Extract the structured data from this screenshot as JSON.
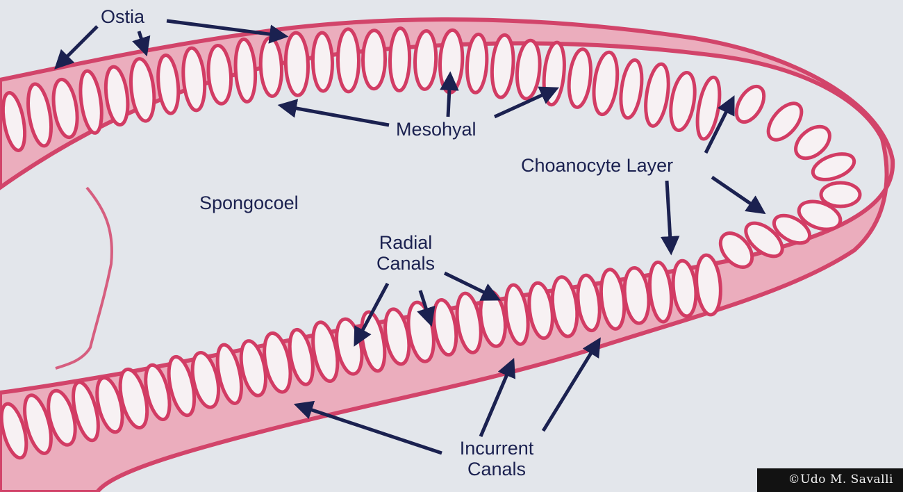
{
  "labels": {
    "ostia": "Ostia",
    "mesohyal": "Mesohyal",
    "choanocyte": "Choanocyte Layer",
    "spongocoel": "Spongocoel",
    "radial_1": "Radial",
    "radial_2": "Canals",
    "incurrent_1": "Incurrent",
    "incurrent_2": "Canals"
  },
  "credit": "©Udo M. Savalli",
  "colors": {
    "background": "#e3e6eb",
    "tissue": "#d23c64",
    "tissue_light": "#ecaabb",
    "label_text": "#1b2150",
    "arrow": "#1b2150"
  }
}
